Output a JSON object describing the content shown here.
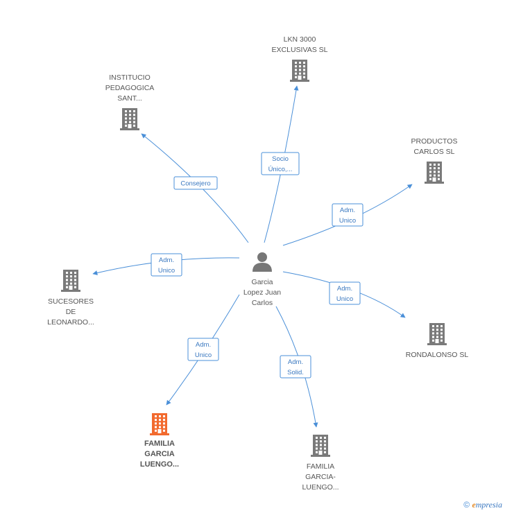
{
  "center": {
    "name_lines": [
      "Garcia",
      "Lopez Juan",
      "Carlos"
    ],
    "icon": "person-icon"
  },
  "companies": [
    {
      "id": "lkn",
      "lines": [
        "LKN 3000",
        "EXCLUSIVAS SL"
      ],
      "highlight": false,
      "icon": "building-icon"
    },
    {
      "id": "instituto",
      "lines": [
        "INSTITUCIO",
        "PEDAGOGICA",
        "SANT..."
      ],
      "highlight": false,
      "icon": "building-icon"
    },
    {
      "id": "productos",
      "lines": [
        "PRODUCTOS",
        "CARLOS SL"
      ],
      "highlight": false,
      "icon": "building-icon"
    },
    {
      "id": "sucesores",
      "lines": [
        "SUCESORES",
        "DE",
        "LEONARDO..."
      ],
      "highlight": false,
      "icon": "building-icon"
    },
    {
      "id": "rondalonso",
      "lines": [
        "RONDALONSO SL"
      ],
      "highlight": false,
      "icon": "building-icon"
    },
    {
      "id": "familia1",
      "lines": [
        "FAMILIA",
        "GARCIA",
        "LUENGO..."
      ],
      "highlight": true,
      "icon": "building-icon"
    },
    {
      "id": "familia2",
      "lines": [
        "FAMILIA",
        "GARCIA-",
        "LUENGO..."
      ],
      "highlight": false,
      "icon": "building-icon"
    }
  ],
  "relations": [
    {
      "target": "lkn",
      "lines": [
        "Socio",
        "Único,..."
      ]
    },
    {
      "target": "instituto",
      "lines": [
        "Consejero"
      ]
    },
    {
      "target": "productos",
      "lines": [
        "Adm.",
        "Unico"
      ]
    },
    {
      "target": "sucesores",
      "lines": [
        "Adm.",
        "Unico"
      ]
    },
    {
      "target": "rondalonso",
      "lines": [
        "Adm.",
        "Unico"
      ]
    },
    {
      "target": "familia1",
      "lines": [
        "Adm.",
        "Unico"
      ]
    },
    {
      "target": "familia2",
      "lines": [
        "Adm.",
        "Solid."
      ]
    }
  ],
  "colors": {
    "edge": "#4a8fd8",
    "building": "#7a7a7a",
    "building_highlight": "#f26a2e",
    "person": "#777777"
  },
  "footer": {
    "copyright": "©",
    "brand_initial": "e",
    "brand_rest": "mpresia"
  }
}
